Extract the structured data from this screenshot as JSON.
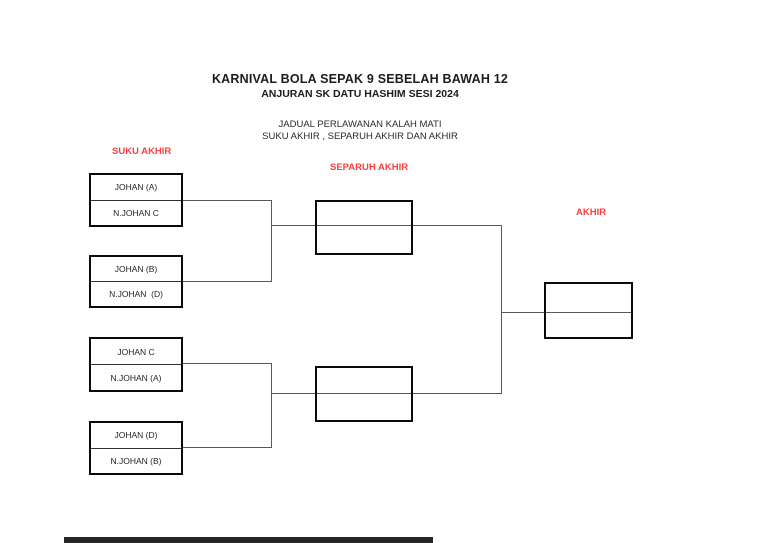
{
  "header": {
    "title": "KARNIVAL BOLA SEPAK 9 SEBELAH BAWAH 12",
    "subtitle": "ANJURAN SK DATU HASHIM SESI 2024",
    "desc_line1": "JADUAL PERLAWANAN KALAH MATI",
    "desc_line2": "SUKU AKHIR , SEPARUH AKHIR DAN AKHIR"
  },
  "colors": {
    "round_label_red": "#f94040",
    "connector_gray": "#595959",
    "box_border_black": "#0a0a0a"
  },
  "bracket": {
    "round_labels": {
      "quarter": "SUKU AKHIR",
      "semi": "SEPARUH AKHIR",
      "final": "AKHIR"
    },
    "quarterfinals": [
      {
        "top": "JOHAN (A)",
        "bottom": "N.JOHAN C"
      },
      {
        "top": "JOHAN (B)",
        "bottom": "N.JOHAN  (D)"
      },
      {
        "top": "JOHAN C",
        "bottom": "N.JOHAN (A)"
      },
      {
        "top": "JOHAN (D)",
        "bottom": "N.JOHAN (B)"
      }
    ],
    "semifinals": [
      {
        "top": "",
        "bottom": ""
      },
      {
        "top": "",
        "bottom": ""
      }
    ],
    "final": {
      "top": "",
      "bottom": ""
    }
  }
}
